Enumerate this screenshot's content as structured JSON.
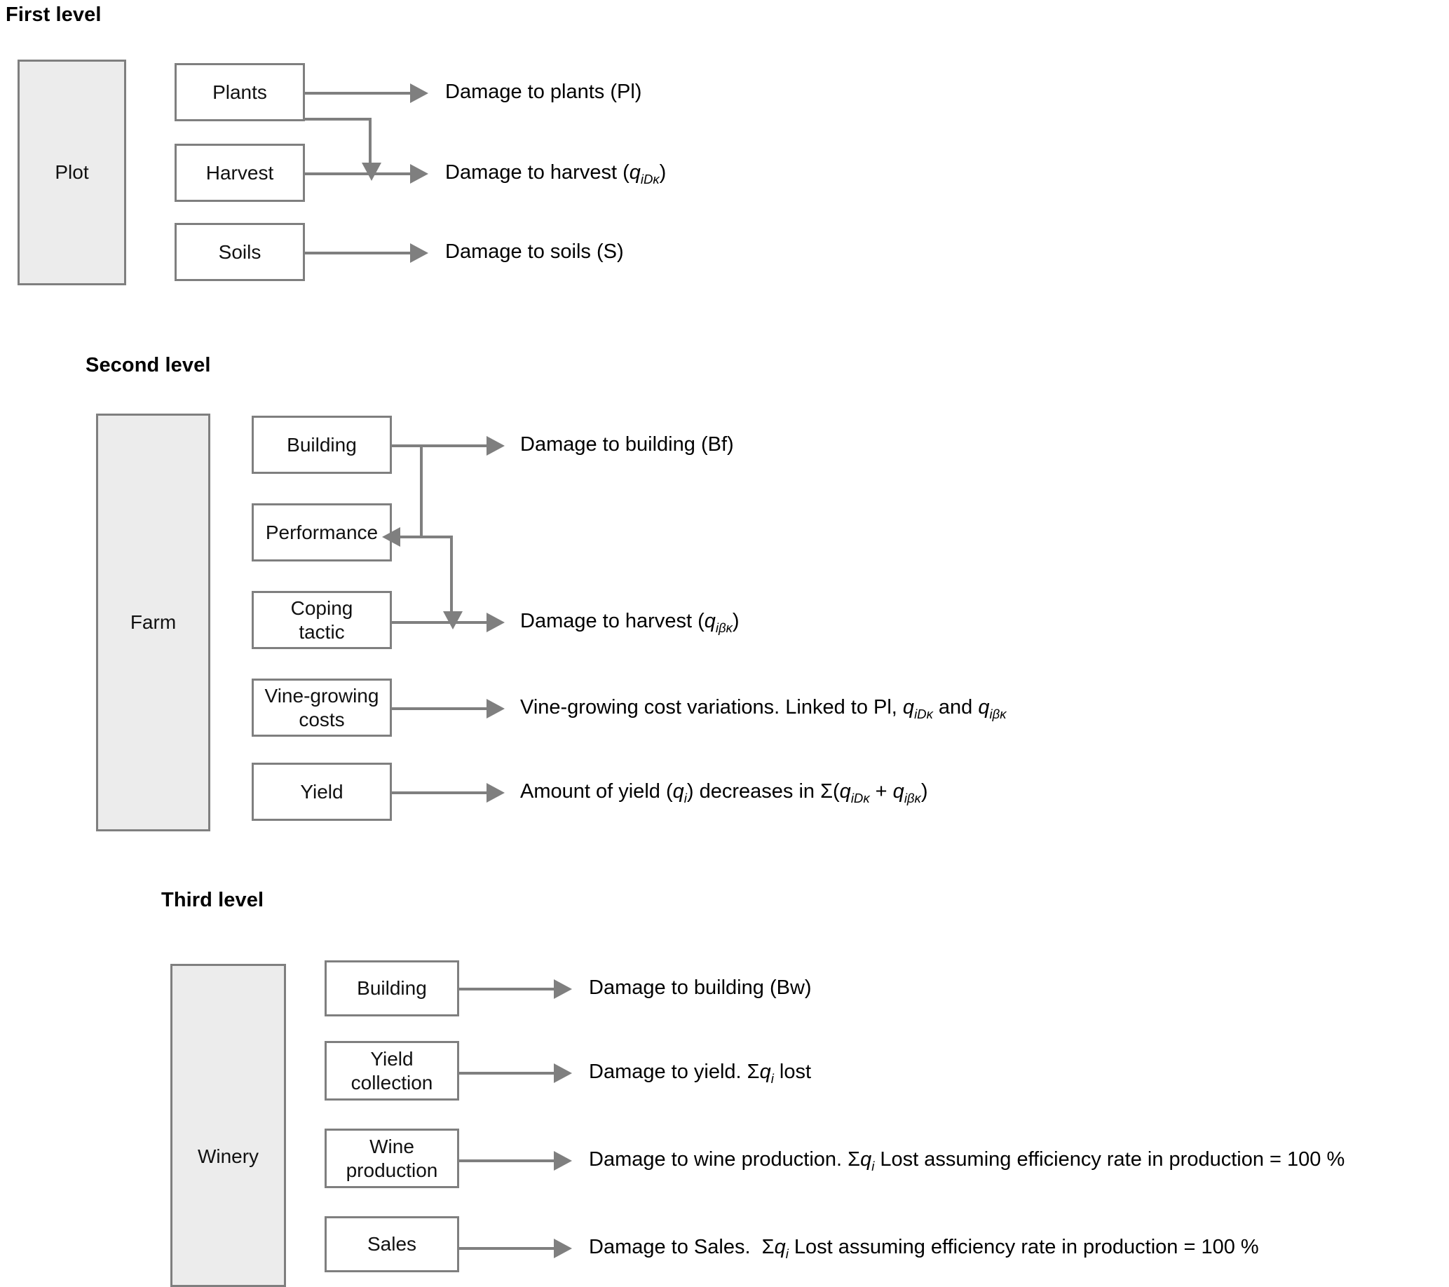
{
  "levels": [
    {
      "id": "first",
      "label": "First level",
      "group": "Plot",
      "items": [
        {
          "label": "Plants"
        },
        {
          "label": "Harvest"
        },
        {
          "label": "Soils"
        }
      ],
      "outcomes": [
        {
          "text": "Damage to plants (Pl)"
        },
        {
          "text": "Damage to harvest (q_iDκ)"
        },
        {
          "text": "Damage to soils (S)"
        }
      ]
    },
    {
      "id": "second",
      "label": "Second level",
      "group": "Farm",
      "items": [
        {
          "label": "Building"
        },
        {
          "label": "Performance"
        },
        {
          "label": "Coping\ntactic"
        },
        {
          "label": "Vine-growing\ncosts"
        },
        {
          "label": "Yield"
        }
      ],
      "outcomes": [
        {
          "text": "Damage to building (Bf)"
        },
        {
          "text": "Damage to harvest (q_iβκ)"
        },
        {
          "text": "Vine-growing cost variations. Linked to Pl, q_iDκ and q_iβκ"
        },
        {
          "text": "Amount of yield (q_i) decreases in Σ(q_iDκ + q_iβκ)"
        }
      ]
    },
    {
      "id": "third",
      "label": "Third level",
      "group": "Winery",
      "items": [
        {
          "label": "Building"
        },
        {
          "label": "Yield\ncollection"
        },
        {
          "label": "Wine\nproduction"
        },
        {
          "label": "Sales"
        }
      ],
      "outcomes": [
        {
          "text": "Damage to building (Bw)"
        },
        {
          "text": "Damage to yield. Σq_i lost"
        },
        {
          "text": "Damage to wine production. Σq_i Lost assuming efficiency rate in production = 100 %"
        },
        {
          "text": "Damage to Sales.  Σq_i Lost assuming efficiency rate in production = 100 %"
        }
      ]
    }
  ],
  "colors": {
    "line": "#7f7f7f",
    "group_fill": "#ececec",
    "border": "#7f7f7f",
    "text": "#000000"
  }
}
